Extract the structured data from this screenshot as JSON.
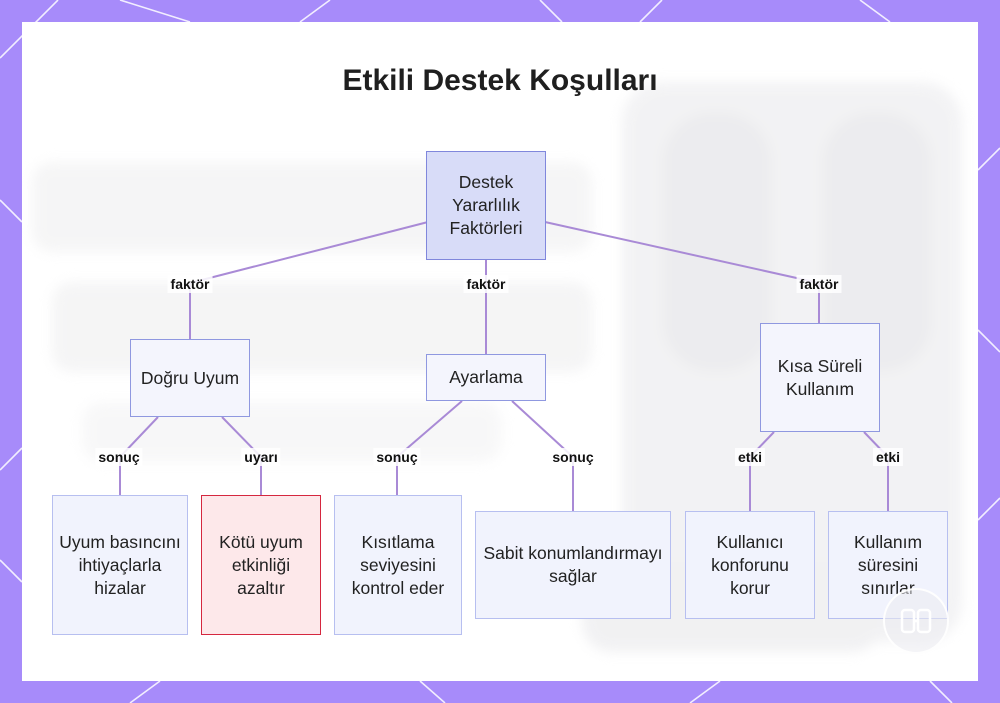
{
  "title": "Etkili Destek Koşulları",
  "nodes": {
    "root": "Destek Yararlılık Faktörleri",
    "dogru_uyum": "Doğru Uyum",
    "ayarlama": "Ayarlama",
    "kisa_sureli": "Kısa Süreli Kullanım",
    "uyum_basinci": "Uyum basıncını ihtiyaçlarla hizalar",
    "kotu_uyum": "Kötü uyum etkinliği azaltır",
    "kisitlama": "Kısıtlama seviyesini kontrol eder",
    "sabit": "Sabit konumlandırmayı sağlar",
    "kullanici_konforu": "Kullanıcı konforunu korur",
    "kullanim_suresi": "Kullanım süresini sınırlar"
  },
  "edge_labels": {
    "root_dogru": "faktör",
    "root_ayarlama": "faktör",
    "root_kisa": "faktör",
    "dogru_uyum_basinci": "sonuç",
    "dogru_kotu": "uyarı",
    "ayarlama_kisitlama": "sonuç",
    "ayarlama_sabit": "sonuç",
    "kisa_konfor": "etki",
    "kisa_sure": "etki"
  },
  "colors": {
    "frame": "#a78bfa",
    "edge": "#a98ad6",
    "root_fill": "#d8dcf8",
    "leaf_fill": "#f1f3fd",
    "warning_border": "#d5273f"
  },
  "icons": {
    "watermark": "brand-logo-icon"
  }
}
